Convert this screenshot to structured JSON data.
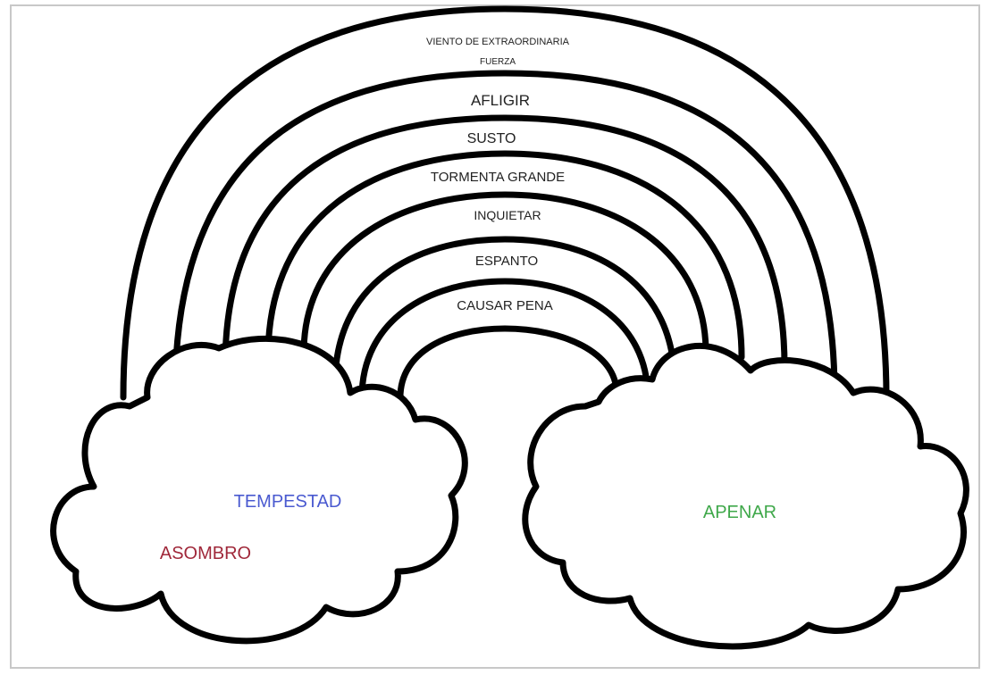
{
  "bands": [
    {
      "id": "band-1",
      "lines": [
        "VIENTO DE EXTRAORDINARIA",
        "FUERZA"
      ]
    },
    {
      "id": "band-2",
      "lines": [
        "AFLIGIR"
      ]
    },
    {
      "id": "band-3",
      "lines": [
        "SUSTO"
      ]
    },
    {
      "id": "band-4",
      "lines": [
        "TORMENTA GRANDE"
      ]
    },
    {
      "id": "band-5",
      "lines": [
        "INQUIETAR"
      ]
    },
    {
      "id": "band-6",
      "lines": [
        "ESPANTO"
      ]
    },
    {
      "id": "band-7",
      "lines": [
        "CAUSAR PENA"
      ]
    }
  ],
  "clouds": {
    "left": {
      "words": [
        {
          "text": "TEMPESTAD",
          "color": "#4a5ad0"
        },
        {
          "text": "ASOMBRO",
          "color": "#a0283a"
        }
      ]
    },
    "right": {
      "words": [
        {
          "text": "APENAR",
          "color": "#3fa84a"
        }
      ]
    }
  },
  "colors": {
    "outline": "#000000",
    "frame": "#c8c8c8",
    "label": "#222222"
  }
}
